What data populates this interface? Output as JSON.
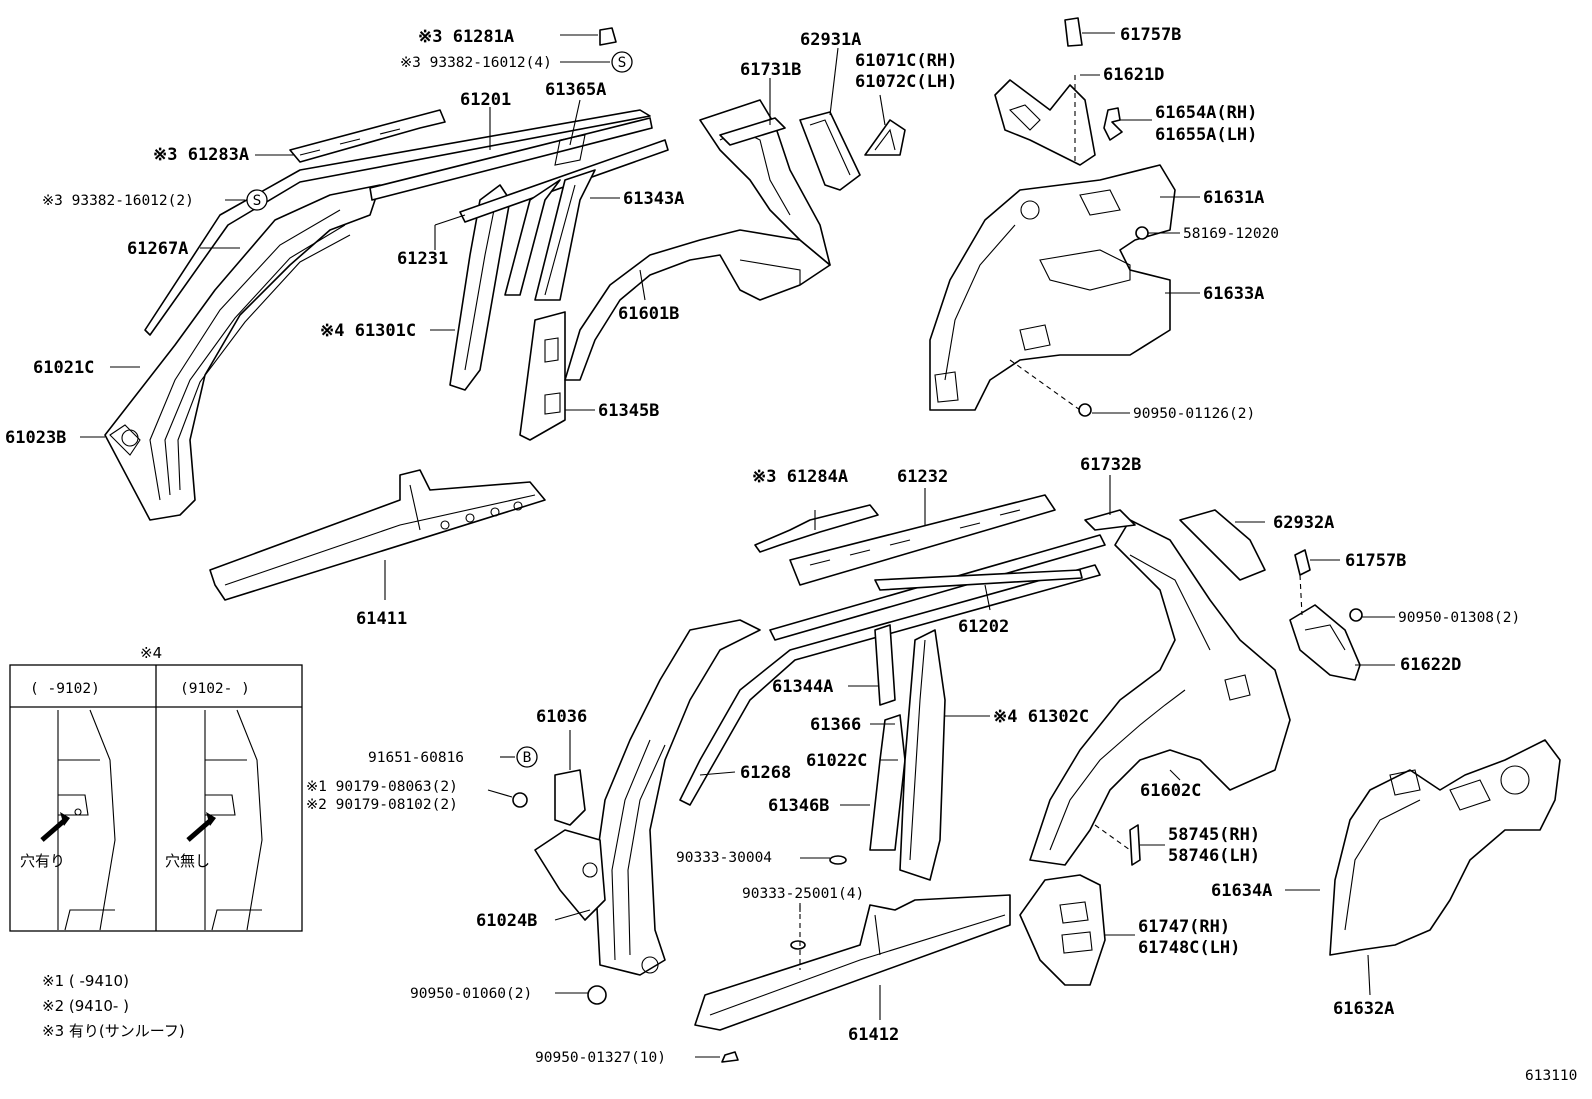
{
  "diagram_id": "613110",
  "labels": {
    "p61281A": "※3 61281A",
    "p93382_4": "※3 93382-16012(4)",
    "p62931A": "62931A",
    "p61071C": "61071C(RH)",
    "p61072C": "61072C(LH)",
    "p61757B_top": "61757B",
    "p61621D": "61621D",
    "p61654A": "61654A(RH)",
    "p61655A": "61655A(LH)",
    "p61731B": "61731B",
    "p61201": "61201",
    "p61365A": "61365A",
    "p61283A": "※3 61283A",
    "p93382_2": "※3 93382-16012(2)",
    "p61267A": "61267A",
    "p61343A": "61343A",
    "p61631A": "61631A",
    "p58169": "58169-12020",
    "p61231": "61231",
    "p61633A": "61633A",
    "p61601B": "61601B",
    "p61301C": "※4 61301C",
    "p61021C": "61021C",
    "p61345B": "61345B",
    "p90950_01126": "90950-01126(2)",
    "p61023B": "61023B",
    "p61284A": "※3 61284A",
    "p61232": "61232",
    "p61732B": "61732B",
    "p62932A": "62932A",
    "p61757B_mid": "61757B",
    "p61411": "61411",
    "p61202": "61202",
    "p90950_01308": "90950-01308(2)",
    "p61622D": "61622D",
    "p61344A": "61344A",
    "p61036": "61036",
    "p61366": "61366",
    "p61302C": "※4 61302C",
    "p91651": "91651-60816",
    "p61022C": "61022C",
    "p61268": "61268",
    "p90179_1": "※1 90179-08063(2)",
    "p90179_2": "※2 90179-08102(2)",
    "p61346B": "61346B",
    "p61602C": "61602C",
    "p58745": "58745(RH)",
    "p58746": "58746(LH)",
    "p90333_30004": "90333-30004",
    "p61634A": "61634A",
    "p90333_25001": "90333-25001(4)",
    "p61024B": "61024B",
    "p61747": "61747(RH)",
    "p61748C": "61748C(LH)",
    "p90950_01060": "90950-01060(2)",
    "p61412": "61412",
    "p61632A": "61632A",
    "p90950_01327": "90950-01327(10)"
  },
  "symbols": {
    "s": "S",
    "b": "B"
  },
  "inset": {
    "title": "※4",
    "col1_header": "(    -9102)",
    "col2_header": "(9102-    )",
    "col1_caption": "穴有り",
    "col2_caption": "穴無し"
  },
  "notes": {
    "n1": "※1 (     -9410)",
    "n2": "※2 (9410-     )",
    "n3": "※3 有り(サンルーフ)"
  }
}
